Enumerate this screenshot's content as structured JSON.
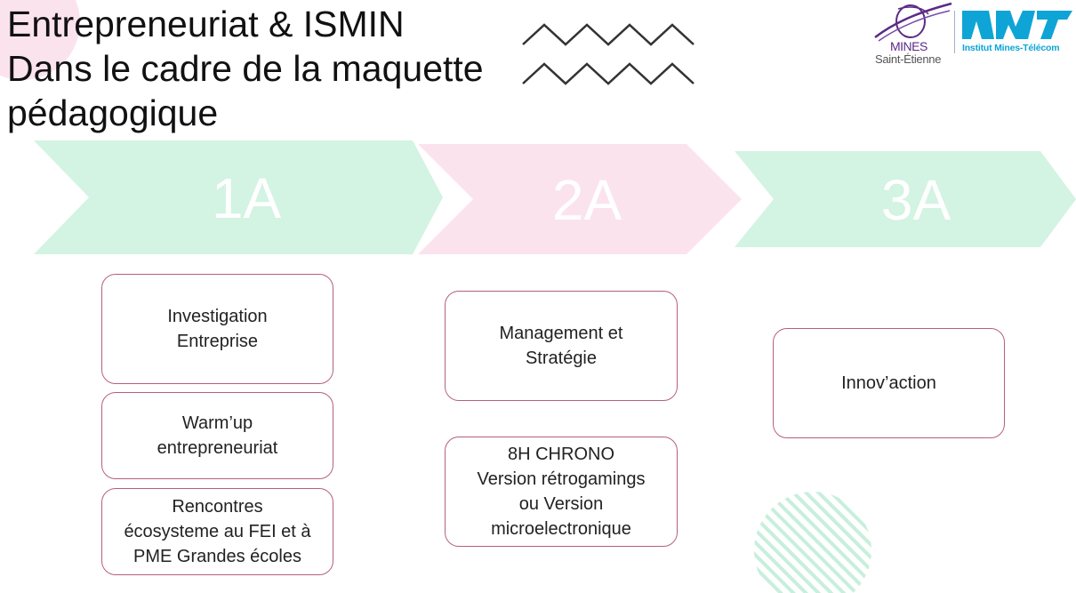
{
  "slide": {
    "title_lines": [
      "Entrepreneuriat & ISMIN",
      "Dans le cadre de la maquette",
      "pédagogique"
    ]
  },
  "logos": {
    "mines_word": "MINES",
    "mines_city": "Saint-Étienne",
    "imt_caption": "Institut Mines-Télécom"
  },
  "years": [
    {
      "label": "1A",
      "color": "#d3f3e3"
    },
    {
      "label": "2A",
      "color": "#fbe3ee"
    },
    {
      "label": "3A",
      "color": "#d3f3e3"
    }
  ],
  "courses": {
    "year1": [
      "Investigation\nEntreprise",
      "Warm’up\nentrepreneuriat",
      "Rencontres\nécosysteme au FEI et à\nPME Grandes écoles"
    ],
    "year2": [
      "Management et\nStratégie",
      "8H CHRONO\nVersion rétrogamings\nou Version\nmicroelectronique"
    ],
    "year3": [
      "Innov’action"
    ]
  },
  "colors": {
    "box_border": "#b5607a",
    "mint": "#d3f3e3",
    "pink": "#fbe3ee"
  }
}
